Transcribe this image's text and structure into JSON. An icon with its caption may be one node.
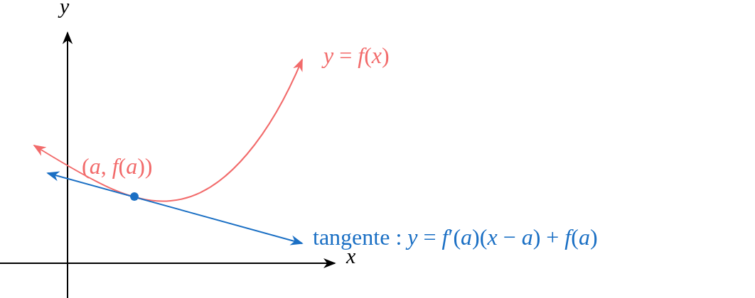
{
  "diagram": {
    "labels": [
      "*y*",
      "*x*",
      "*y* = *f*(*x*)",
      "(*a*, *f*(*a*))",
      "tangente : *y* = *f*′(*a*)(*x* − *a*) + *f*(*a*)"
    ]
  }
}
